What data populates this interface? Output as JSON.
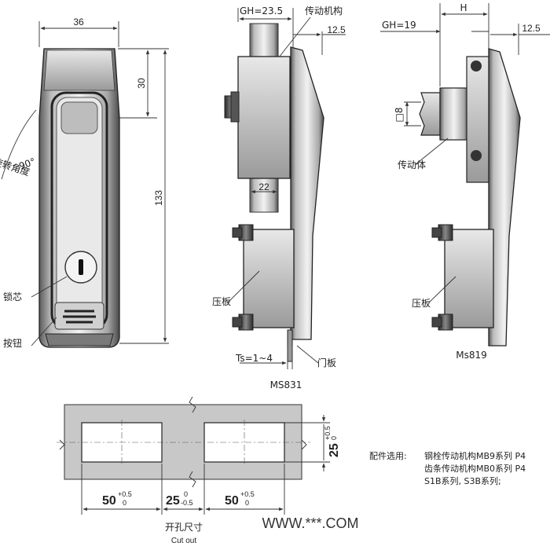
{
  "front_view": {
    "width_dim": "36",
    "top_dim": "30",
    "height_dim": "133",
    "angle": "90°",
    "angle_label": "旋转角度",
    "lock_core": "锁芯",
    "button": "按钮"
  },
  "side_view_ms831": {
    "gh": "GH=23.5",
    "mechanism": "传动机构",
    "offset": "12.5",
    "width": "22",
    "plate": "压板",
    "ts": "Ts=1~4",
    "door": "门板",
    "model": "MS831"
  },
  "side_view_ms819": {
    "h": "H",
    "gh": "GH=19",
    "offset": "12.5",
    "square": "□8",
    "drive_body": "传动体",
    "plate": "压板",
    "model": "Ms819"
  },
  "cutout": {
    "dim_left": "50",
    "dim_left_tol_upper": "+0.5",
    "dim_left_tol_lower": "0",
    "dim_mid": "25",
    "dim_mid_tol_upper": "0",
    "dim_mid_tol_lower": "-0.5",
    "dim_right": "50",
    "dim_right_tol_upper": "+0.5",
    "dim_right_tol_lower": "0",
    "dim_height": "25",
    "dim_height_tol_upper": "+0.5",
    "dim_height_tol_lower": "0",
    "title_cn": "开孔尺寸",
    "title_en": "Cut out"
  },
  "accessories": {
    "heading": "配件选用:",
    "line1": "钢栓传动机构MB9系列 P4",
    "line2": "齿条传动机构MB0系列 P4",
    "line3": "S1B系列, S3B系列;"
  },
  "watermark": "WWW.***.COM"
}
